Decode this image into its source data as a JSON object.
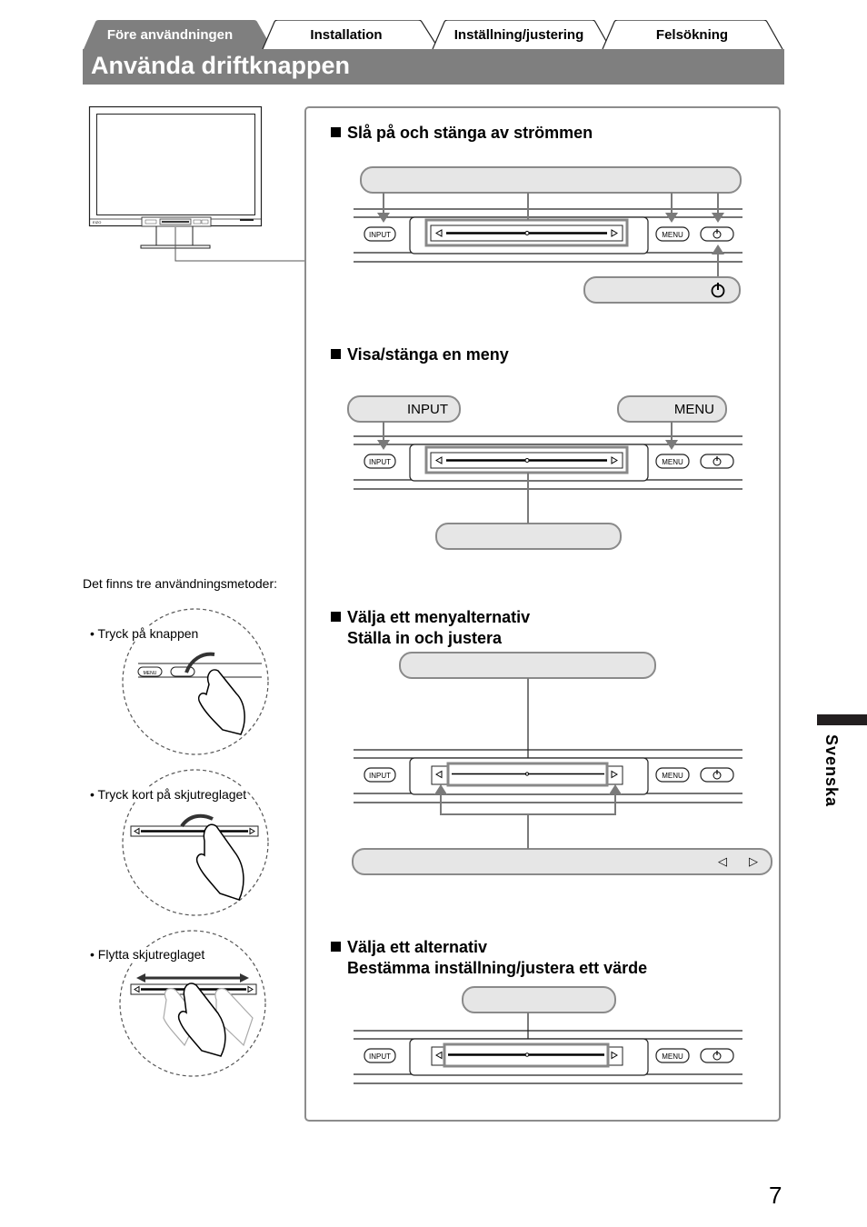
{
  "tabs": [
    {
      "label": "Före användningen",
      "active": true
    },
    {
      "label": "Installation",
      "active": false
    },
    {
      "label": "Inställning/justering",
      "active": false
    },
    {
      "label": "Felsökning",
      "active": false
    }
  ],
  "page_title": "Använda driftknappen",
  "sections": [
    {
      "heading": "Slå på och stänga av strömmen"
    },
    {
      "heading": "Visa/stänga en meny"
    },
    {
      "heading_line1": "Välja ett menyalternativ",
      "heading_line2": "Ställa in och justera"
    },
    {
      "heading_line1": "Välja ett alternativ",
      "heading_line2": "Bestämma inställning/justera ett värde"
    }
  ],
  "callouts": {
    "input": "INPUT",
    "menu": "MENU",
    "left_arrow": "◁",
    "right_arrow": "▷"
  },
  "button_labels": {
    "input": "INPUT",
    "menu": "MENU"
  },
  "methods": {
    "intro": "Det finns tre användningsmetoder:",
    "items": [
      "• Tryck på knappen",
      "• Tryck kort på skjutreglaget",
      "• Flytta skjutreglaget"
    ]
  },
  "side_tab": "Svenska",
  "page_number": "7",
  "colors": {
    "tab_active": "#7f7f7f",
    "title_bar": "#7f7f7f",
    "callout_fill": "#e6e6e6",
    "side_tab": "#231f20"
  }
}
